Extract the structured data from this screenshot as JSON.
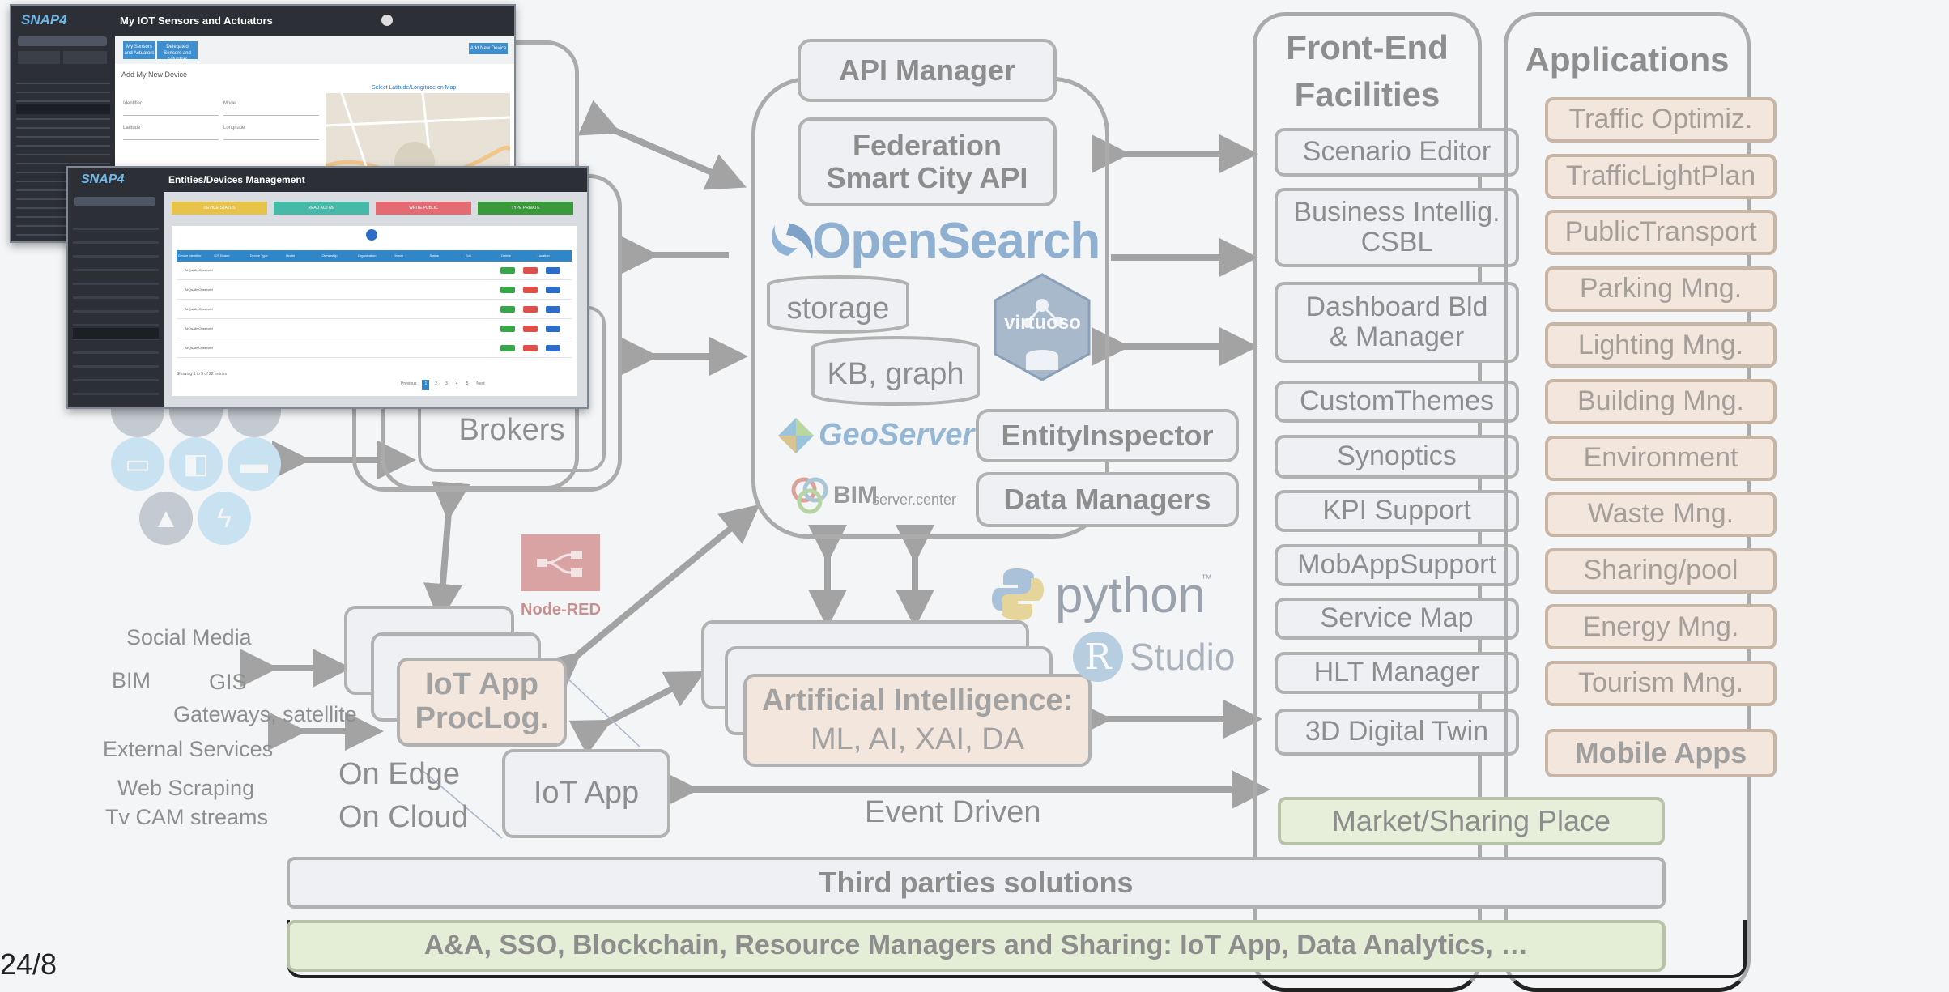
{
  "front_end": {
    "title_line1": "Front-End",
    "title_line2": "Facilities",
    "items": [
      "Scenario Editor",
      "Business Intellig.\nCSBL",
      "Dashboard Bld\n& Manager",
      "CustomThemes",
      "Synoptics",
      "KPI Support",
      "MobAppSupport",
      "Service Map",
      "HLT Manager",
      "3D Digital Twin"
    ]
  },
  "applications": {
    "title": "Applications",
    "items": [
      "Traffic Optimiz.",
      "TrafficLightPlan",
      "PublicTransport",
      "Parking Mng.",
      "Lighting Mng.",
      "Building Mng.",
      "Environment",
      "Waste Mng.",
      "Sharing/pool",
      "Energy Mng.",
      "Tourism Mng."
    ],
    "mobile": "Mobile Apps"
  },
  "core": {
    "api_manager": "API Manager",
    "federation": "Federation\nSmart City API",
    "opensearch": "OpenSearch",
    "storage": "storage",
    "kb_graph": "KB, graph",
    "virtuoso": "virtuoso",
    "geoserver": "GeoServer",
    "bim_brand": "BIM",
    "bim_sub": "server.center",
    "entity_inspector": "EntityInspector",
    "data_managers": "Data Managers"
  },
  "left": {
    "brokers": "Brokers",
    "node_red": "Node-RED",
    "iot_app_proclog": "IoT App\nProcLog.",
    "iot_app": "IoT App",
    "on_edge": "On Edge",
    "on_cloud": "On Cloud",
    "sources": [
      "Social Media",
      "BIM",
      "GIS",
      "Gateways, satellite",
      "External Services",
      "Web Scraping",
      "Tv CAM streams"
    ]
  },
  "ai": {
    "label_line1": "Artificial Intelligence:",
    "label_line2": "ML, AI, XAI, DA",
    "python": "python",
    "python_tm": "™",
    "rstudio": "Studio",
    "r_letter": "R"
  },
  "event_driven": "Event Driven",
  "market": "Market/Sharing  Place",
  "third_parties": "Third parties solutions",
  "bottom_bar": "A&A, SSO, Blockchain, Resource Managers and Sharing: IoT App, Data Analytics, …",
  "page_number": "24/8",
  "screenshot1": {
    "brand": "SNAP4",
    "title": "My IOT Sensors and Actuators",
    "tab1": "My Sensors and Actuators",
    "tab2": "Delegated Sensors and Actuators",
    "button": "Add New Device",
    "heading": "Add My New Device",
    "map_label": "Select Latitude/Longitude on Map",
    "fields": [
      "Identifier",
      "Model",
      "Latitude",
      "Longitude"
    ]
  },
  "screenshot2": {
    "brand": "SNAP4",
    "title": "Entities/Devices Management",
    "pills": [
      "DEVICE STATUS",
      "READ ACTIVE",
      "WRITE PUBLIC",
      "TYPE PRIVATE"
    ],
    "columns": [
      "Device Identifier",
      "IOT Broker",
      "Device Type",
      "Model",
      "Ownership",
      "Organization",
      "Owner",
      "Status",
      "Edit",
      "Delete",
      "Location"
    ],
    "row_name": "AirQualityObserved",
    "footer": "Showing 1 to 5 of 22 entries",
    "pagination": [
      "Previous",
      "1",
      "2",
      "3",
      "4",
      "5",
      "Next"
    ]
  }
}
